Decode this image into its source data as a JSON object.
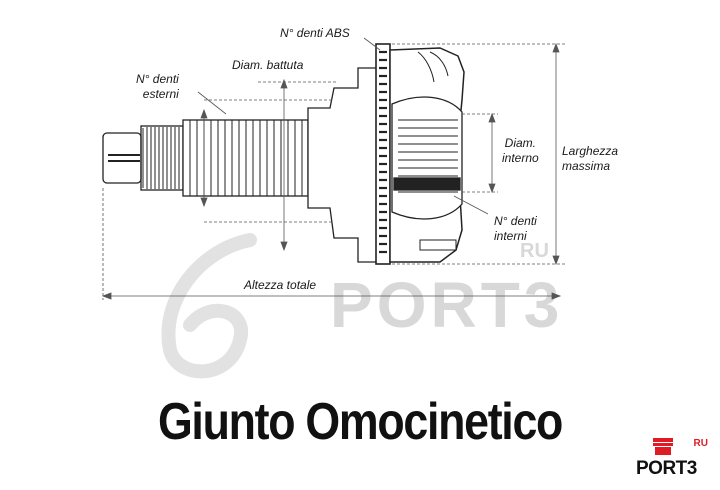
{
  "labels": {
    "abs_teeth": "N° denti ABS",
    "hub_diameter": "Diam. battuta",
    "outer_teeth_line1": "N° denti",
    "outer_teeth_line2": "esterni",
    "inner_diameter_line1": "Diam.",
    "inner_diameter_line2": "interno",
    "max_width_line1": "Larghezza",
    "max_width_line2": "massima",
    "inner_teeth_line1": "N° denti",
    "inner_teeth_line2": "interni",
    "total_height": "Altezza totale"
  },
  "title": "Giunto Omocinetico",
  "watermark": {
    "text": "PORT3",
    "suffix": "RU"
  },
  "logo": {
    "text": "PORT3",
    "suffix": "RU",
    "accent_color": "#e01b24"
  }
}
